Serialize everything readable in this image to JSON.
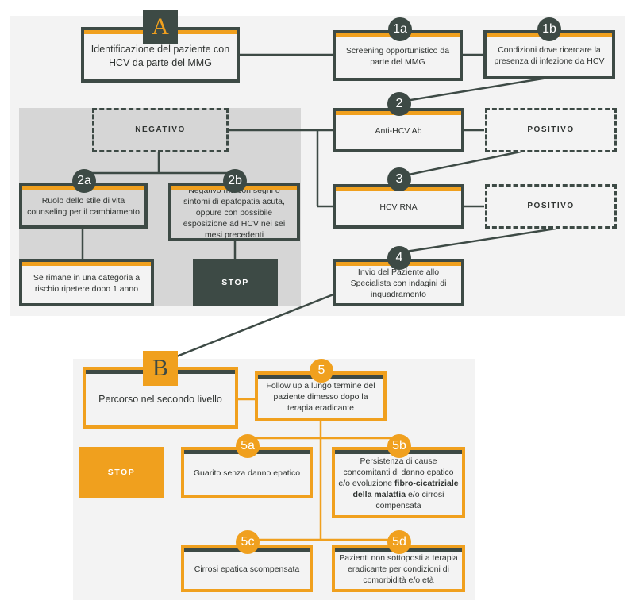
{
  "section_a": {
    "letter": "A",
    "main": "Identificazione del paziente con HCV da parte del MMG",
    "s1a": {
      "badge": "1a",
      "text": "Screening opportunistico da parte del MMG"
    },
    "s1b": {
      "badge": "1b",
      "text": "Condizioni dove ricercare la presenza di infezione da HCV"
    },
    "s2": {
      "badge": "2",
      "text": "Anti-HCV Ab"
    },
    "negativo": "NEGATIVO",
    "positivo_1": "POSITIVO",
    "s3": {
      "badge": "3",
      "text": "HCV RNA"
    },
    "positivo_2": "POSITIVO",
    "s2a": {
      "badge": "2a",
      "text": "Ruolo dello stile di vita counseling per il cambiamento"
    },
    "s2b": {
      "badge": "2b",
      "text": "Negativo ma con segni o sintomi di epatopatia acuta, oppure con possibile esposizione ad HCV nei sei mesi precedenti"
    },
    "s2a_follow": "Se rimane in una categoria a rischio ripetere dopo 1 anno",
    "stop": "STOP",
    "s4": {
      "badge": "4",
      "text": "Invio del Paziente allo Specialista con indagini di inquadramento"
    }
  },
  "section_b": {
    "letter": "B",
    "main": "Percorso nel secondo livello",
    "s5": {
      "badge": "5",
      "text": "Follow up a lungo termine del paziente dimesso dopo la terapia eradicante"
    },
    "stop": "STOP",
    "s5a": {
      "badge": "5a",
      "text": "Guarito senza danno epatico"
    },
    "s5b": {
      "badge": "5b",
      "text_a": "Persistenza di cause concomitanti di danno epatico e/o evoluzione",
      "text_b": "fibro-cicatriziale della malattia",
      "text_c": "e/o cirrosi compensata"
    },
    "s5c": {
      "badge": "5c",
      "text": "Cirrosi epatica scompensata"
    },
    "s5d": {
      "badge": "5d",
      "text": "Pazienti non sottoposti a terapia eradicante per condizioni di comorbidità e/o età"
    }
  },
  "colors": {
    "dark": "#3d4a45",
    "orange": "#f0a01e",
    "panel": "#f3f3f3",
    "gray_panel": "#d6d6d6"
  }
}
